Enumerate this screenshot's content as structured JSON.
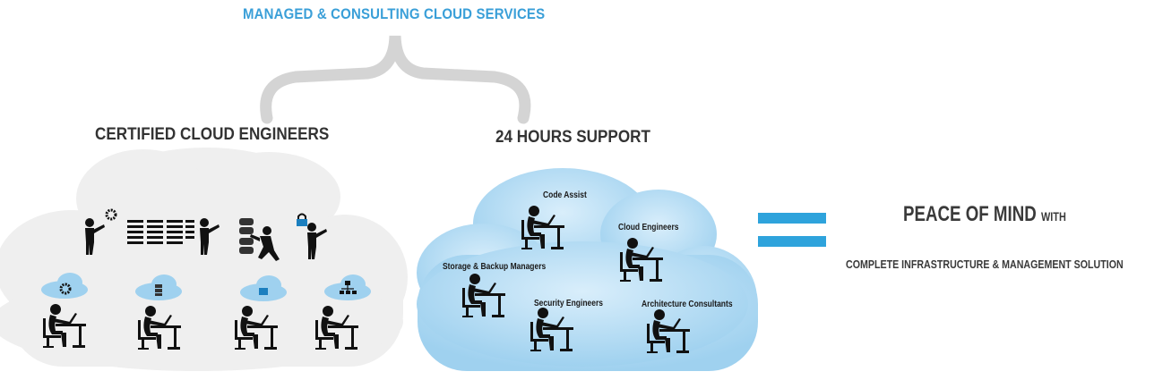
{
  "title": "MANAGED & CONSULTING CLOUD SERVICES",
  "left_cloud": {
    "heading": "CERTIFIED CLOUD ENGINEERS"
  },
  "right_cloud": {
    "heading": "24 HOURS SUPPORT",
    "roles": [
      "Code Assist",
      "Cloud Engineers",
      "Storage & Backup Managers",
      "Security Engineers",
      "Architecture Consultants"
    ]
  },
  "result": {
    "main": "PEACE OF MIND",
    "main_suffix": "WITH",
    "sub": "COMPLETE INFRASTRUCTURE & MANAGEMENT SOLUTION"
  },
  "colors": {
    "accent": "#2ea3dc",
    "left_cloud": "#efefef",
    "right_cloud": "#a9d6f1",
    "brace": "#d4d4d4"
  },
  "icons": [
    "gear-icon",
    "server-rack-icon",
    "database-icon",
    "lock-icon",
    "network-icon",
    "laptop-icon"
  ]
}
